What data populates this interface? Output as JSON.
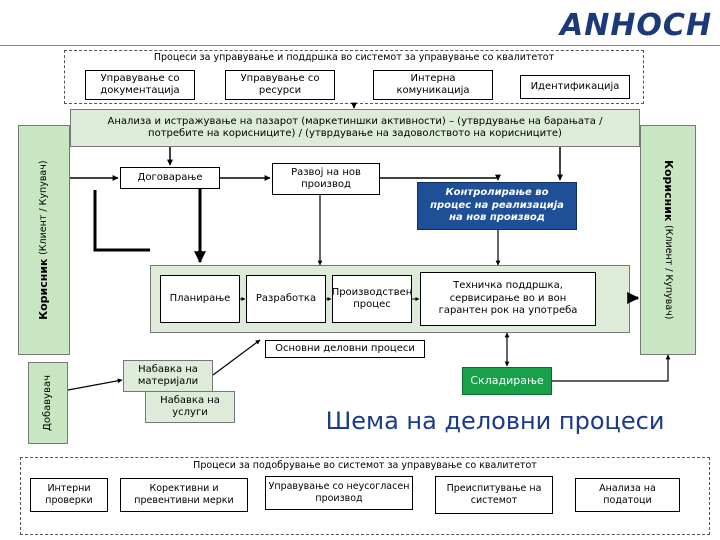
{
  "logo": {
    "text": "ANHOCH"
  },
  "top_panel": {
    "title": "Процеси за управување и поддршка во системот за управување со квалитетот",
    "items": [
      "Управување со документација",
      "Управување со ресурси",
      "Интерна комуникација",
      "Идентификација"
    ]
  },
  "market_box": "Анализа и истражување на пазарот (маркетиншки активности) – (утврдување на барањата / потребите на корисниците) / (утврдување на задоволството на корисниците)",
  "left_user": {
    "title": "Корисник",
    "subtitle": "(Клиент / Купувач)"
  },
  "right_user": {
    "title": "Корисник",
    "subtitle": "(Клиент / Купувач)"
  },
  "supplier": "Добавувач",
  "contracting": "Договарање",
  "development": "Развој на нов производ",
  "control": "Контролирање во процес на реализација на нов производ",
  "core": {
    "items": [
      "Планирање",
      "Разработка",
      "Производствен процес",
      "Техничка поддршка, сервисирање во и вон гарантен рок на употреба"
    ],
    "label": "Основни деловни процеси"
  },
  "procurement_materials": "Набавка на материјали",
  "procurement_services": "Набавка на услуги",
  "warehousing": "Складирање",
  "main_title": "Шема на деловни процеси",
  "bottom_panel": {
    "title": "Процеси за подобрување во системот за управување со квалитетот",
    "items": [
      "Интерни проверки",
      "Корективни и превентивни мерки",
      "Управување со неусогласен производ",
      "Преиспитување на системот",
      "Анализа на податоци"
    ]
  }
}
